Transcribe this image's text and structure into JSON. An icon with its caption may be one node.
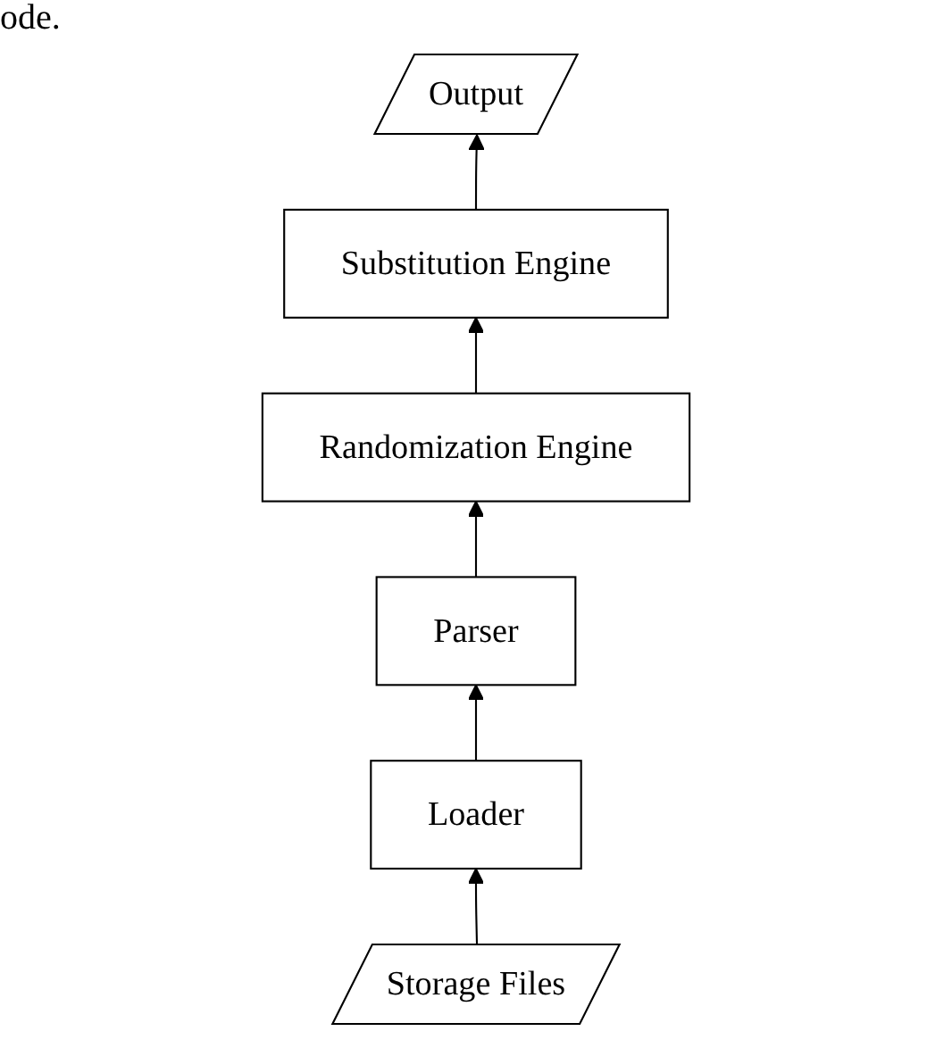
{
  "diagram": {
    "nodes": [
      {
        "text": [
          "Output"
        ]
      },
      {
        "text": [
          "Substitution Engine"
        ]
      },
      {
        "text": [
          "Randomization Engine"
        ]
      },
      {
        "text": [
          "Parser"
        ]
      },
      {
        "text": [
          "Loader"
        ]
      },
      {
        "text": [
          "Storage Files"
        ]
      }
    ],
    "edges": [
      {
        "from": 5,
        "to": 4,
        "arrow": "to"
      },
      {
        "from": 4,
        "to": 3,
        "arrow": "to"
      },
      {
        "from": 3,
        "to": 2,
        "arrow": "to"
      },
      {
        "from": 2,
        "to": 1,
        "arrow": "to"
      },
      {
        "from": 1,
        "to": 0,
        "arrow": "to"
      }
    ],
    "labels": [
      "ode."
    ]
  }
}
